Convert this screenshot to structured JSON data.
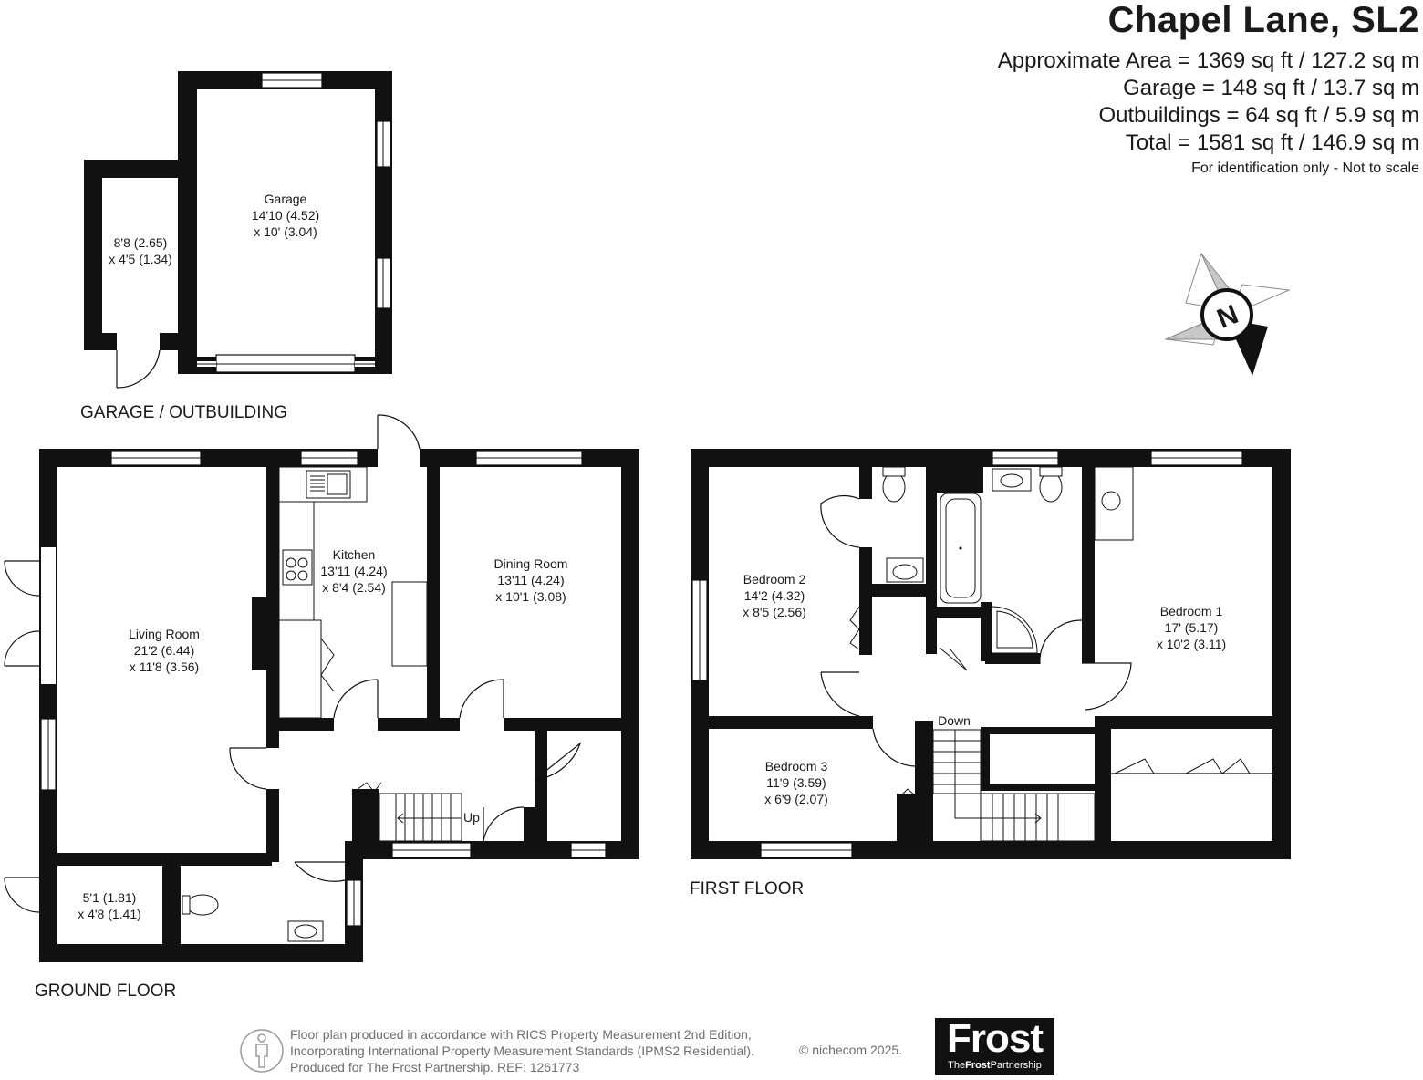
{
  "header": {
    "title": "Chapel Lane, SL2",
    "approx_area": "Approximate Area = 1369 sq ft / 127.2 sq m",
    "garage": "Garage = 148 sq ft / 13.7 sq m",
    "outbuildings": "Outbuildings = 64 sq ft / 5.9 sq m",
    "total": "Total = 1581 sq ft / 146.9 sq m",
    "note": "For identification only - Not to scale"
  },
  "compass": {
    "letter": "N"
  },
  "sections": {
    "garage": "GARAGE / OUTBUILDING",
    "ground": "GROUND FLOOR",
    "first": "FIRST FLOOR"
  },
  "rooms": {
    "garage": {
      "name": "Garage",
      "dim1": "14'10 (4.52)",
      "dim2": "x 10' (3.04)"
    },
    "outbuilding": {
      "dim1": "8'8 (2.65)",
      "dim2": "x 4'5 (1.34)"
    },
    "living": {
      "name": "Living Room",
      "dim1": "21'2 (6.44)",
      "dim2": "x 11'8 (3.56)"
    },
    "kitchen": {
      "name": "Kitchen",
      "dim1": "13'11 (4.24)",
      "dim2": "x 8'4 (2.54)"
    },
    "dining": {
      "name": "Dining Room",
      "dim1": "13'11 (4.24)",
      "dim2": "x 10'1 (3.08)"
    },
    "store": {
      "dim1": "5'1 (1.81)",
      "dim2": "x 4'8 (1.41)"
    },
    "bed2": {
      "name": "Bedroom 2",
      "dim1": "14'2 (4.32)",
      "dim2": "x 8'5 (2.56)"
    },
    "bed1": {
      "name": "Bedroom 1",
      "dim1": "17' (5.17)",
      "dim2": "x 10'2 (3.11)"
    },
    "bed3": {
      "name": "Bedroom 3",
      "dim1": "11'9 (3.59)",
      "dim2": "x 6'9 (2.07)"
    }
  },
  "stairs": {
    "up": "Up",
    "down": "Down"
  },
  "footer": {
    "line1": "Floor plan produced in accordance with RICS Property Measurement 2nd Edition,",
    "line2": "Incorporating International Property Measurement Standards (IPMS2 Residential).",
    "line3": "Produced for The Frost Partnership.   REF:  1261773",
    "copyright": "© nichecom 2025."
  },
  "logo": {
    "big": "Frost",
    "small_pre": "The",
    "small_bold": "Frost",
    "small_post": "Partnership"
  }
}
